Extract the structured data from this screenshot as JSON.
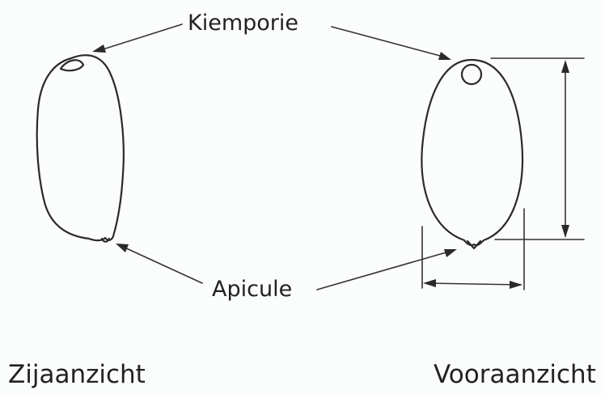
{
  "labels": {
    "micropyle": "Kiemporie",
    "apiculus": "Apicule",
    "side_view": "Zijaanzicht",
    "front_view": "Vooraanzicht"
  },
  "colors": {
    "ink": "#2a2a2a",
    "background": "#fbfcfc"
  }
}
